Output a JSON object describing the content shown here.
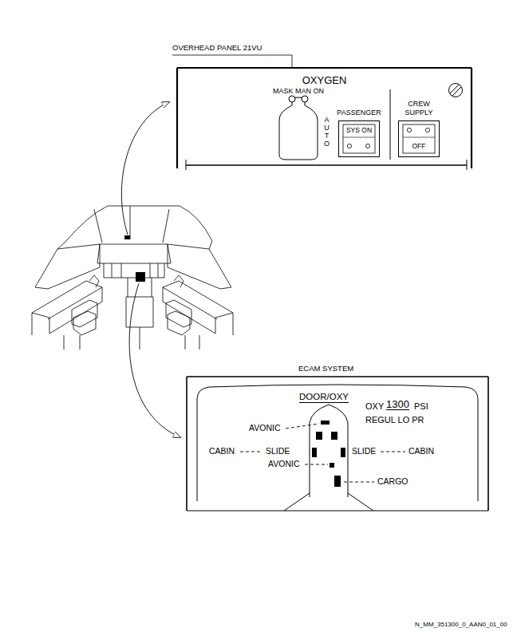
{
  "diagram": {
    "nodes": [
      {
        "text": [
          "OVERHEAD PANEL 21VU",
          "OXYGEN"
        ]
      },
      {
        "text": [
          "PASSENGER",
          "SYS ON"
        ],
        "in": 0
      },
      {
        "text": [
          "CREW SUPPLY",
          "OFF"
        ],
        "in": 0
      },
      {
        "text": [
          "ECAM SYSTEM",
          "DOOR/OXY"
        ]
      }
    ],
    "labels": [
      "MASK MAN ON",
      "AUTO",
      "OXY",
      "1300",
      "PSI",
      "REGUL LO PR",
      "AVONIC",
      "CABIN",
      "SLIDE",
      "SLIDE",
      "CABIN",
      "AVONIC",
      "CARGO",
      "N_MM_351300_0_AAN0_01_00"
    ]
  }
}
